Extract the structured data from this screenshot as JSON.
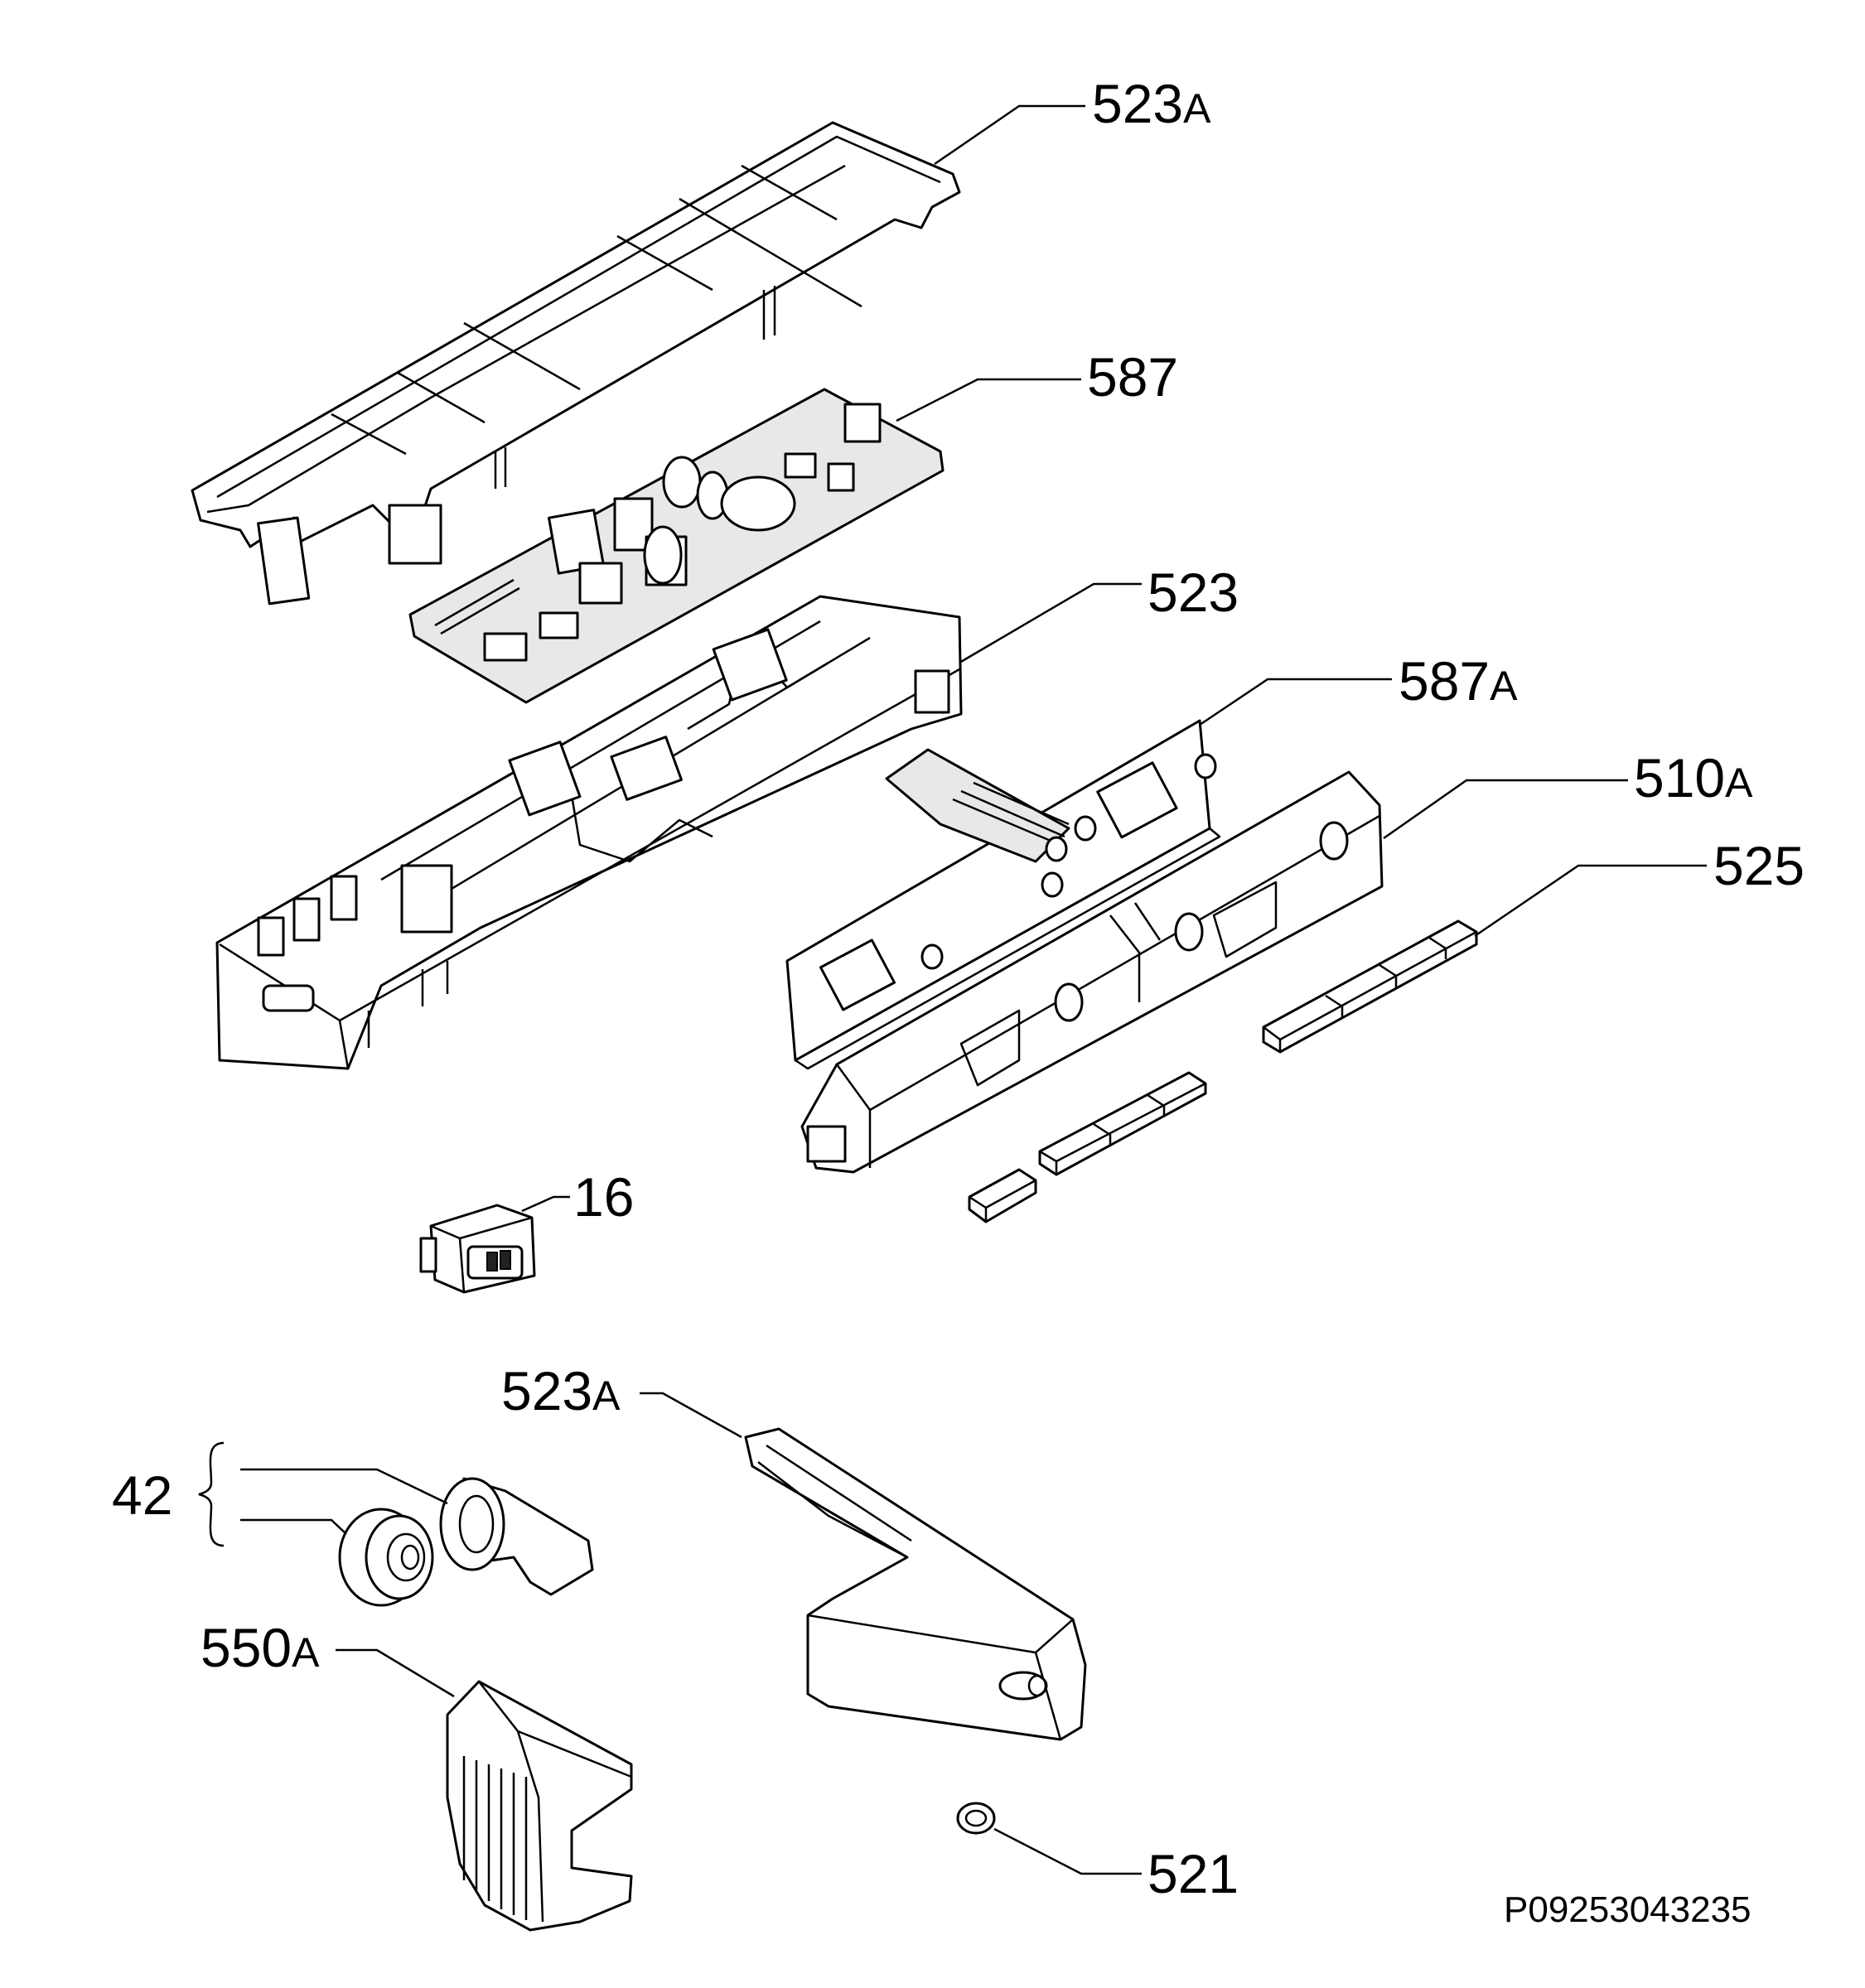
{
  "labels": {
    "top_cover": {
      "num": "523",
      "suffix": "A"
    },
    "main_board": {
      "num": "587",
      "suffix": ""
    },
    "housing": {
      "num": "523",
      "suffix": ""
    },
    "display_board": {
      "num": "587",
      "suffix": "A"
    },
    "button_panel": {
      "num": "510",
      "suffix": "A"
    },
    "buttons": {
      "num": "525",
      "suffix": ""
    },
    "switch": {
      "num": "16",
      "suffix": ""
    },
    "end_cap_right": {
      "num": "523",
      "suffix": "A"
    },
    "knob_set": {
      "num": "42",
      "suffix": ""
    },
    "end_cap_left": {
      "num": "550",
      "suffix": "A"
    },
    "ring": {
      "num": "521",
      "suffix": ""
    }
  },
  "drawing_code": "P09253043235",
  "colors": {
    "line": "#000000",
    "background": "#ffffff",
    "shade": "#e8e8e8"
  }
}
